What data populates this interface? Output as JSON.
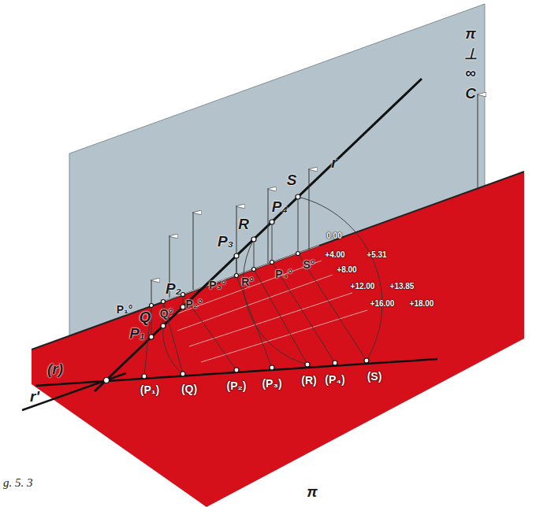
{
  "diagram": {
    "caption": "g. 5. 3",
    "labels": [
      "π",
      "⊥",
      "∞",
      "C",
      "r",
      "S",
      "P₄",
      "R",
      "P₃",
      "P₂",
      "Q",
      "P₁",
      "P₁°",
      "Q°",
      "P₂°",
      "P₃°",
      "R°",
      "P₄°",
      "S°",
      "0.00",
      "+4.00",
      "+5.31",
      "+8.00",
      "+12.00",
      "+13.85",
      "+16.00",
      "+18.00",
      "(r)",
      "r'",
      "(P₁)",
      "(Q)",
      "(P₂)",
      "(P₃)",
      "(R)",
      "(P₄)",
      "(S)",
      "π"
    ]
  }
}
